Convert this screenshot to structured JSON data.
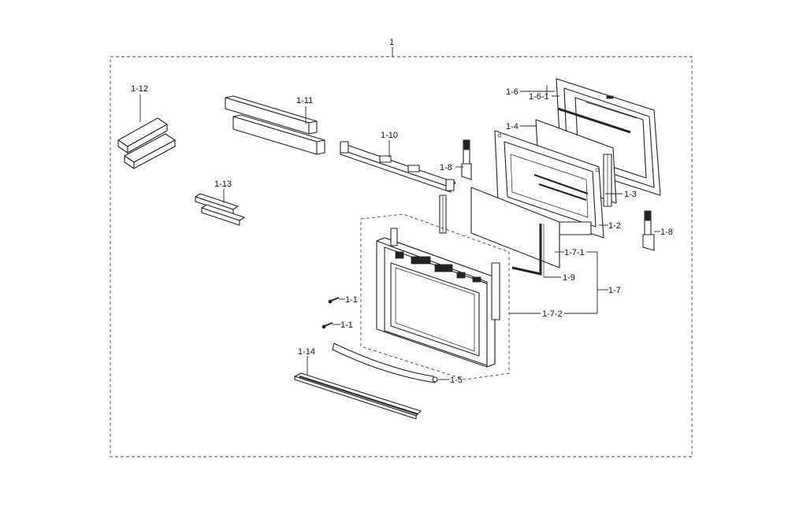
{
  "labels": {
    "assembly": "1",
    "screw_a": "1-1",
    "screw_b": "1-1",
    "inner_panel": "1-2",
    "inner_glass": "1-3",
    "middle_glass": "1-4",
    "gasket": "1-5",
    "outer_frame": "1-6",
    "outer_frame_sub": "1-6-1",
    "door_outer": "1-7",
    "door_outer_sub1": "1-7-1",
    "door_outer_sub2": "1-7-2",
    "hinge_left": "1-8",
    "hinge_right": "1-8",
    "side_trim": "1-9",
    "top_trim": "1-10",
    "foam_long": "1-11",
    "foam_blocks": "1-12",
    "foam_small": "1-13",
    "bottom_trim": "1-14"
  }
}
